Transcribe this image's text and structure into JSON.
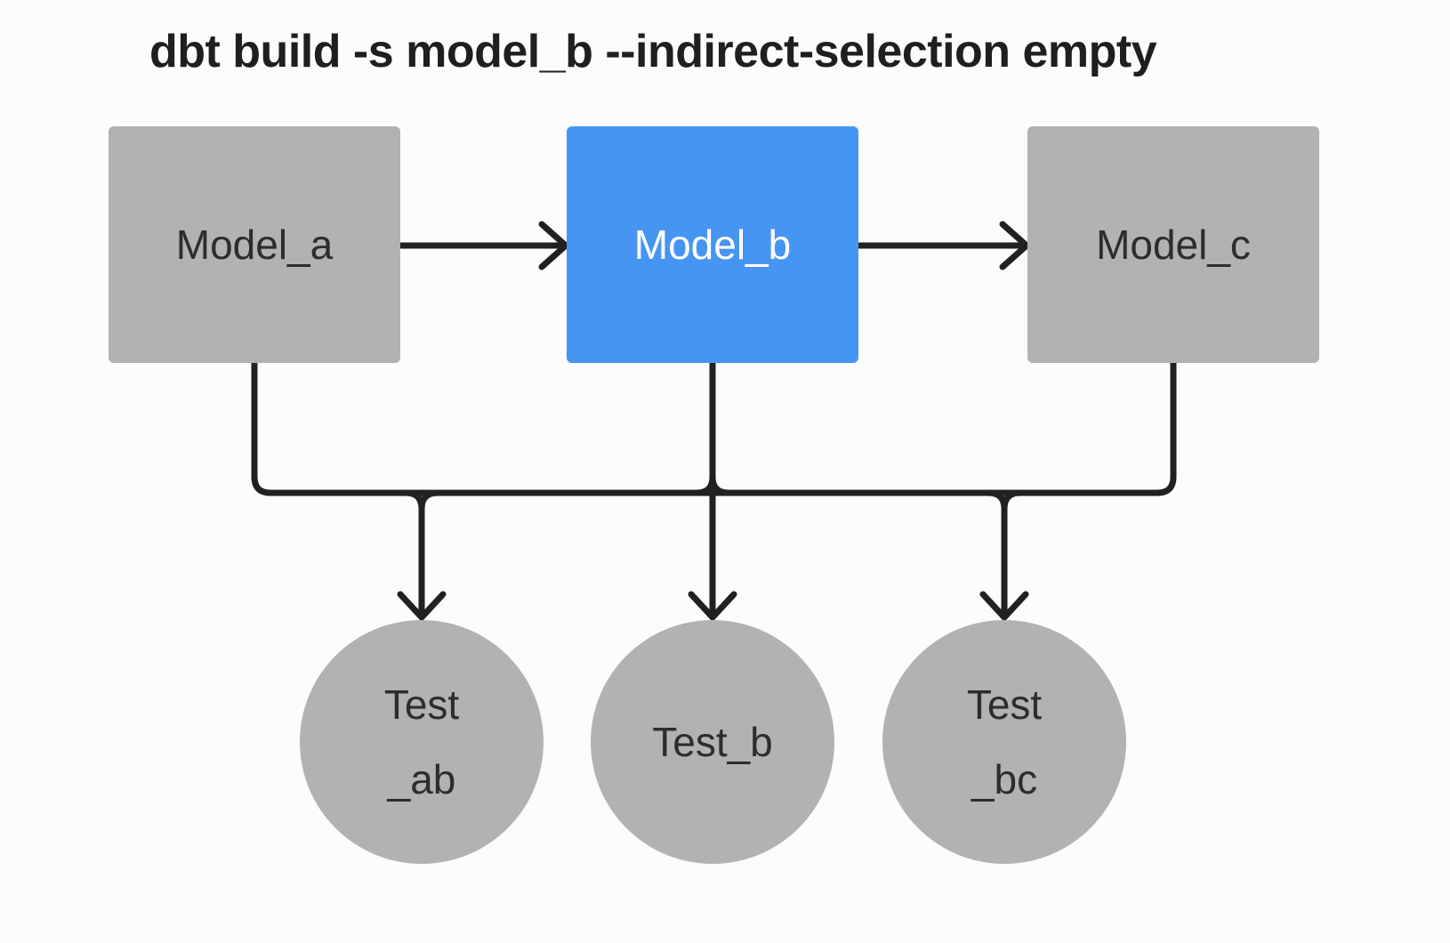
{
  "title": "dbt build -s model_b --indirect-selection empty",
  "nodes": {
    "model_a": {
      "label": "Model_a"
    },
    "model_b": {
      "label": "Model_b",
      "state": "selected"
    },
    "model_c": {
      "label": "Model_c"
    },
    "test_ab": {
      "line1": "Test",
      "line2": "_ab"
    },
    "test_b": {
      "label": "Test_b"
    },
    "test_bc": {
      "line1": "Test",
      "line2": "_bc"
    }
  },
  "colors": {
    "background": "#fcfcfc",
    "node_gray": "#b2b2b2",
    "selected_blue": "#4795f2",
    "edge_dark": "#212121",
    "text_dark": "#2d2d2d",
    "text_light": "#ffffff"
  }
}
